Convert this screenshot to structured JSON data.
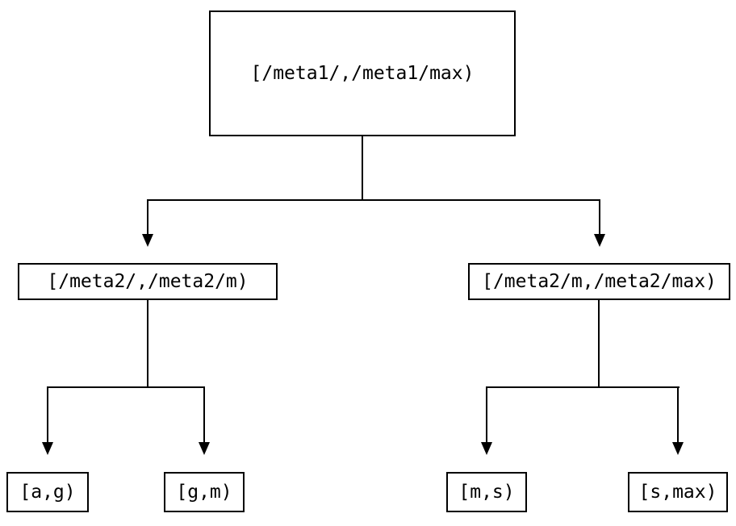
{
  "colors": {
    "background": "#ffffff",
    "line": "#000000",
    "text": "#000000"
  },
  "tree": {
    "root": {
      "label": "[/meta1/,/meta1/max)"
    },
    "left": {
      "label": "[/meta2/,/meta2/m)"
    },
    "right": {
      "label": "[/meta2/m,/meta2/max)"
    },
    "leaf_ag": {
      "label": "[a,g)"
    },
    "leaf_gm": {
      "label": "[g,m)"
    },
    "leaf_ms": {
      "label": "[m,s)"
    },
    "leaf_smax": {
      "label": "[s,max)"
    }
  }
}
